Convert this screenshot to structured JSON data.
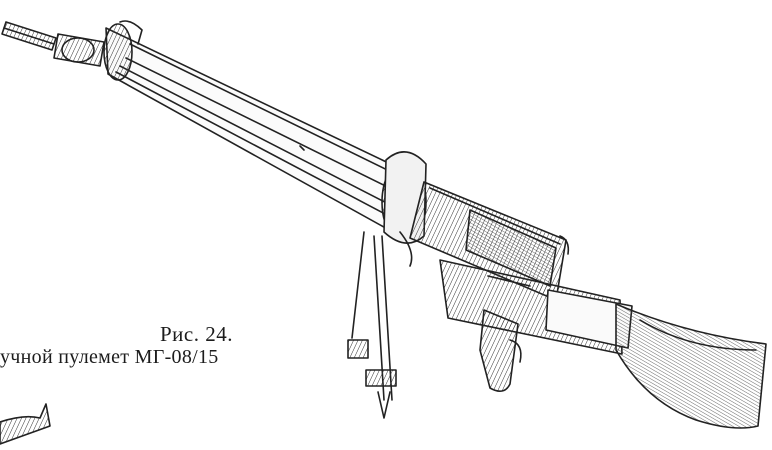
{
  "figure": {
    "number_label": "Рис. 24.",
    "title": "учной пулемет МГ-08/15",
    "corner_text": "",
    "icon": "machine-gun-drawing"
  },
  "colors": {
    "ink": "#1c1c1c",
    "paper": "#ffffff",
    "shade": "#555555"
  }
}
